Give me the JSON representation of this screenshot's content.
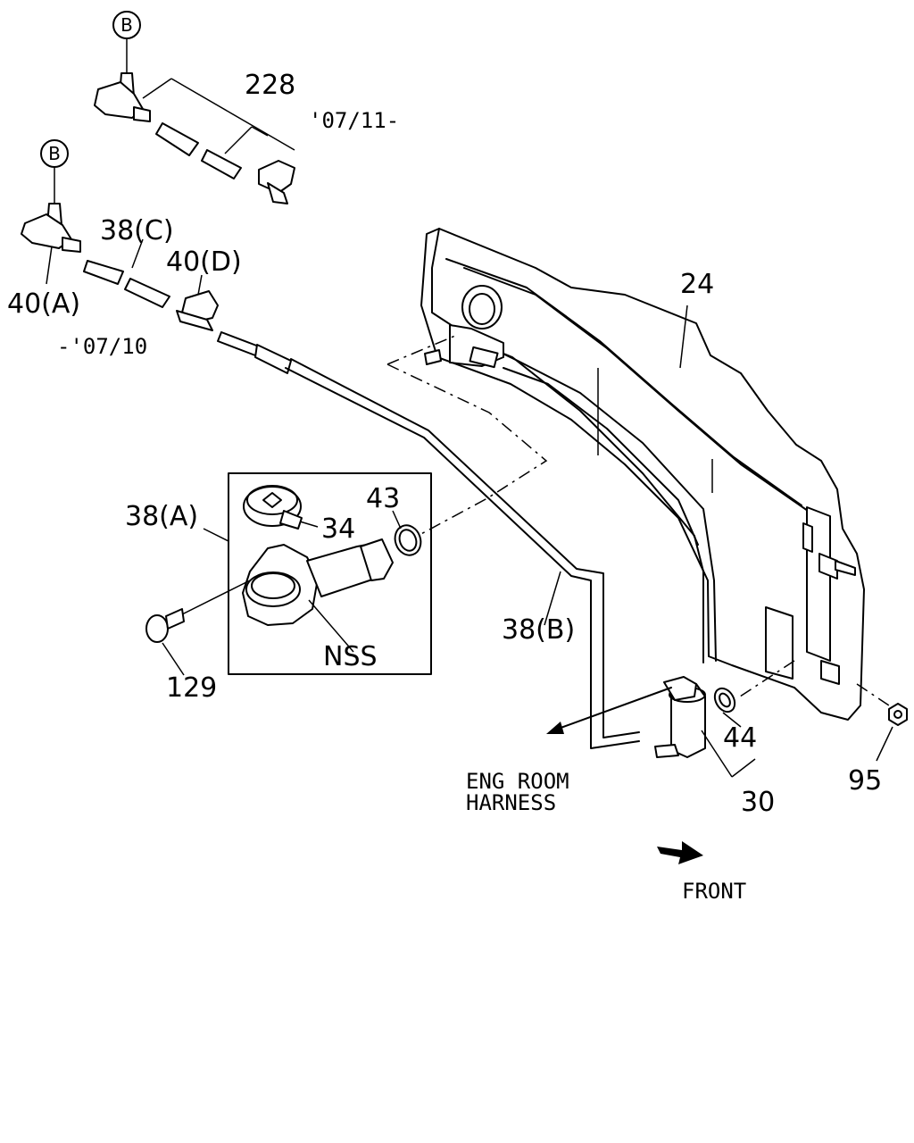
{
  "callouts": {
    "ref_b_top": "B",
    "ref_b_mid": "B",
    "p228": "228",
    "date_after": "'07/11-",
    "p38c": "38(C)",
    "p40d": "40(D)",
    "p40a": "40(A)",
    "date_before": "-'07/10",
    "p24": "24",
    "p38a": "38(A)",
    "p43": "43",
    "p34": "34",
    "pNSS": "NSS",
    "p129": "129",
    "p38b": "38(B)",
    "p44": "44",
    "p95": "95",
    "p30": "30",
    "eng_room": "ENG ROOM",
    "harness": "HARNESS",
    "front": "FRONT"
  }
}
